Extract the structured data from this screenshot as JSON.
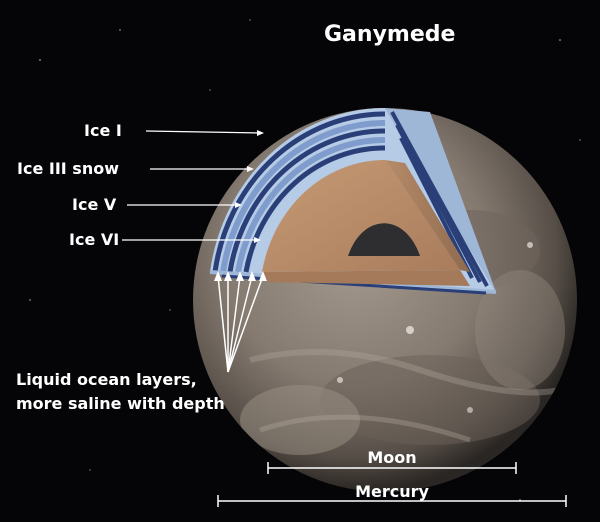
{
  "title": "Ganymede",
  "layers": [
    {
      "label": "Ice I"
    },
    {
      "label": "Ice III snow"
    },
    {
      "label": "Ice V"
    },
    {
      "label": "Ice VI"
    }
  ],
  "ocean_caption": [
    "Liquid ocean layers,",
    "more saline with depth"
  ],
  "scale_bars": [
    {
      "label": "Moon"
    },
    {
      "label": "Mercury"
    }
  ],
  "colors": {
    "background": "#050507",
    "surface": "#8a7f74",
    "ice": "#b5cbe6",
    "ocean": "#2a3f78",
    "mantle": "#b88a66",
    "core": "#2e2e30",
    "text": "#ffffff"
  }
}
